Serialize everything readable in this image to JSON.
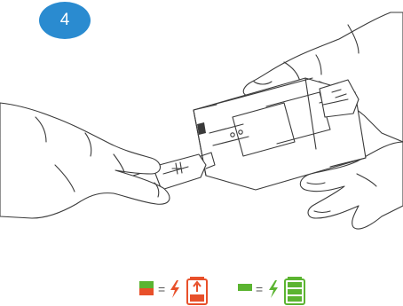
{
  "step": {
    "number": "4"
  },
  "colors": {
    "badge": "#2a8bd0",
    "red": "#e8502a",
    "green": "#5bb431",
    "lightning": "#e8502a",
    "lightning_green": "#5bb431",
    "line": "#3a3a3a"
  },
  "illustration": {
    "description_icons": [
      "left-hand",
      "right-hand",
      "battery-charger",
      "usb-cable",
      "battery-cover"
    ]
  },
  "legend": {
    "items": [
      {
        "indicator": "red-green",
        "relation": "=",
        "icon": "lightning-icon",
        "state": "battery-charging-icon"
      },
      {
        "indicator": "green",
        "relation": "=",
        "icon": "lightning-icon",
        "state": "battery-full-icon"
      }
    ],
    "equals": "="
  }
}
